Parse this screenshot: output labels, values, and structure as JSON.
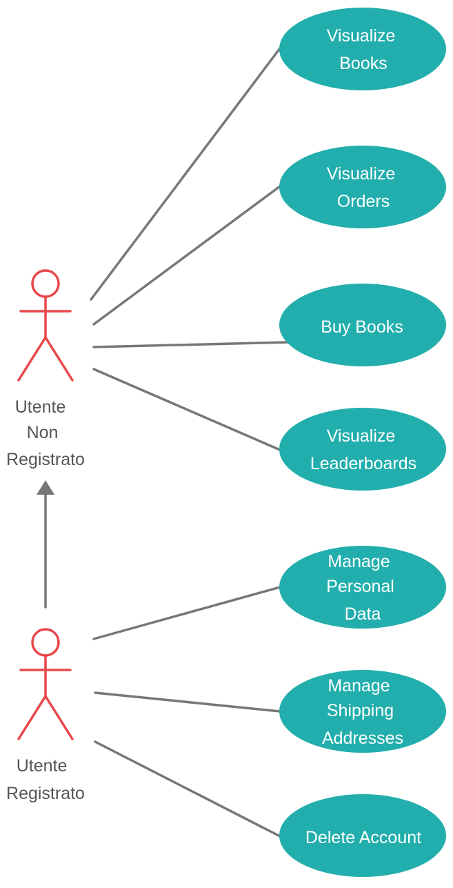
{
  "actors": [
    {
      "id": "non-registrato",
      "label_lines": [
        "Utente",
        "Non",
        "Registrato"
      ]
    },
    {
      "id": "registrato",
      "label_lines": [
        "Utente",
        "Registrato"
      ]
    }
  ],
  "use_cases": [
    {
      "id": "visualize-books",
      "label_lines": [
        "Visualize",
        "Books"
      ]
    },
    {
      "id": "visualize-orders",
      "label_lines": [
        "Visualize",
        "Orders"
      ]
    },
    {
      "id": "buy-books",
      "label_lines": [
        "Buy Books"
      ]
    },
    {
      "id": "visualize-leaderboards",
      "label_lines": [
        "Visualize",
        "Leaderboards"
      ]
    },
    {
      "id": "manage-personal-data",
      "label_lines": [
        "Manage",
        "Personal",
        "Data"
      ]
    },
    {
      "id": "manage-shipping-addresses",
      "label_lines": [
        "Manage",
        "Shipping",
        "Addresses"
      ]
    },
    {
      "id": "delete-account",
      "label_lines": [
        "Delete Account"
      ]
    }
  ],
  "associations": [
    {
      "actor": "non-registrato",
      "use_case": "visualize-books"
    },
    {
      "actor": "non-registrato",
      "use_case": "visualize-orders"
    },
    {
      "actor": "non-registrato",
      "use_case": "buy-books"
    },
    {
      "actor": "non-registrato",
      "use_case": "visualize-leaderboards"
    },
    {
      "actor": "registrato",
      "use_case": "manage-personal-data"
    },
    {
      "actor": "registrato",
      "use_case": "manage-shipping-addresses"
    },
    {
      "actor": "registrato",
      "use_case": "delete-account"
    }
  ],
  "generalization": {
    "child": "registrato",
    "parent": "non-registrato"
  },
  "colors": {
    "use_case_fill": "#22aeac",
    "use_case_text": "#ffffff",
    "actor_stroke": "#e8474a",
    "actor_text": "#555555",
    "connector": "#777777"
  }
}
